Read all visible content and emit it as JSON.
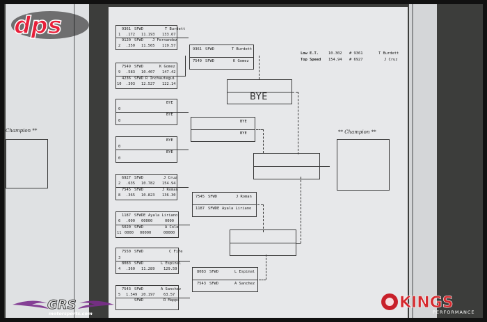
{
  "logos": {
    "top_left": "dps",
    "bottom_left": "GRS",
    "bottom_left_sub": "motorsports.com",
    "bottom_right": "KINGS",
    "bottom_right_sub": "PERFORMANCE"
  },
  "left_sheet": {
    "champion_label": "Champion **"
  },
  "stats": {
    "low_et_label": "Low  E.T.",
    "low_et_value": "10.302",
    "low_et_car": "# 9361",
    "low_et_driver": "T Burdett",
    "top_speed_label": "Top Speed",
    "top_speed_value": "154.94",
    "top_speed_car": "# 6927",
    "top_speed_driver": "J Cruz"
  },
  "champion_label": "** Champion **",
  "bye_handwritten": "BYE",
  "round1": [
    {
      "top": {
        "car": "9361",
        "cls": "SFWD",
        "name": "T Burdett",
        "lane": "1",
        "rt": ".172",
        "et": "11.193",
        "mph": "133.67"
      },
      "bot": {
        "car": "9120",
        "cls": "SFWD",
        "name": "J Fernandez",
        "lane": "2",
        "rt": ".350",
        "et": "11.565",
        "mph": "119.57"
      }
    },
    {
      "top": {
        "car": "7549",
        "cls": "SFWD",
        "name": "K Gomez",
        "lane": "9",
        "rt": ".583",
        "et": "10.407",
        "mph": "147.42"
      },
      "bot": {
        "car": "4236",
        "cls": "SFWD",
        "name": "R Inchautegui",
        "lane": "10",
        "rt": ".303",
        "et": "12.527",
        "mph": "122.14"
      }
    },
    {
      "top": {
        "car": "",
        "cls": "",
        "name": "BYE",
        "lane": "0",
        "rt": "",
        "et": "",
        "mph": ""
      },
      "bot": {
        "car": "",
        "cls": "",
        "name": "BYE",
        "lane": "0",
        "rt": "",
        "et": "",
        "mph": ""
      }
    },
    {
      "top": {
        "car": "",
        "cls": "",
        "name": "BYE",
        "lane": "0",
        "rt": "",
        "et": "",
        "mph": ""
      },
      "bot": {
        "car": "",
        "cls": "",
        "name": "BYE",
        "lane": "0",
        "rt": "",
        "et": "",
        "mph": ""
      }
    },
    {
      "top": {
        "car": "6927",
        "cls": "SFWD",
        "name": "J Cruz",
        "lane": "2",
        "rt": ".635",
        "et": "10.782",
        "mph": "154.94"
      },
      "bot": {
        "car": "7545",
        "cls": "SFWD",
        "name": "J Roman",
        "lane": "8",
        "rt": ".365",
        "et": "10.823",
        "mph": "136.30"
      }
    },
    {
      "top": {
        "car": "1187",
        "cls": "SFWDE",
        "name": "Ayala Liriano",
        "lane": "6",
        "rt": ".000",
        "et": "00000",
        "mph": "0000"
      },
      "bot": {
        "car": "5020",
        "cls": "SFWD",
        "name": "A Cole",
        "lane": "11",
        "rt": "0000",
        "et": "00000",
        "mph": "00000"
      }
    },
    {
      "top": {
        "car": "7550",
        "cls": "SFWD",
        "name": "C Fife",
        "lane": "3",
        "rt": "",
        "et": "",
        "mph": ""
      },
      "bot": {
        "car": "8083",
        "cls": "SFWD",
        "name": "L Espinal",
        "lane": "4",
        "rt": ".360",
        "et": "11.289",
        "mph": "129.59"
      }
    },
    {
      "top": {
        "car": "7543",
        "cls": "SFWD",
        "name": "A Sanchez",
        "lane": "5",
        "rt": "1.549",
        "et": "20.197",
        "mph": "63.57"
      },
      "bot": {
        "car": "",
        "cls": "SFWD",
        "name": "R Mapps",
        "lane": "",
        "rt": "",
        "et": "",
        "mph": ""
      }
    }
  ],
  "round2": [
    {
      "top": {
        "car": "9361",
        "cls": "SFWD",
        "name": "T Burdett"
      },
      "bot": {
        "car": "7549",
        "cls": "SFWD",
        "name": "K Gomez"
      }
    },
    {
      "top": {
        "name": "BYE"
      },
      "bot": {
        "name": "BYE"
      }
    },
    {
      "top": {
        "car": "7545",
        "cls": "SFWD",
        "name": "J Roman"
      },
      "bot": {
        "car": "1187",
        "cls": "SFWDE",
        "name": "Ayala Liriano"
      }
    },
    {
      "top": {
        "car": "8083",
        "cls": "SFWD",
        "name": "L Espinal"
      },
      "bot": {
        "car": "7543",
        "cls": "SFWD",
        "name": "A Sanchez"
      }
    }
  ]
}
